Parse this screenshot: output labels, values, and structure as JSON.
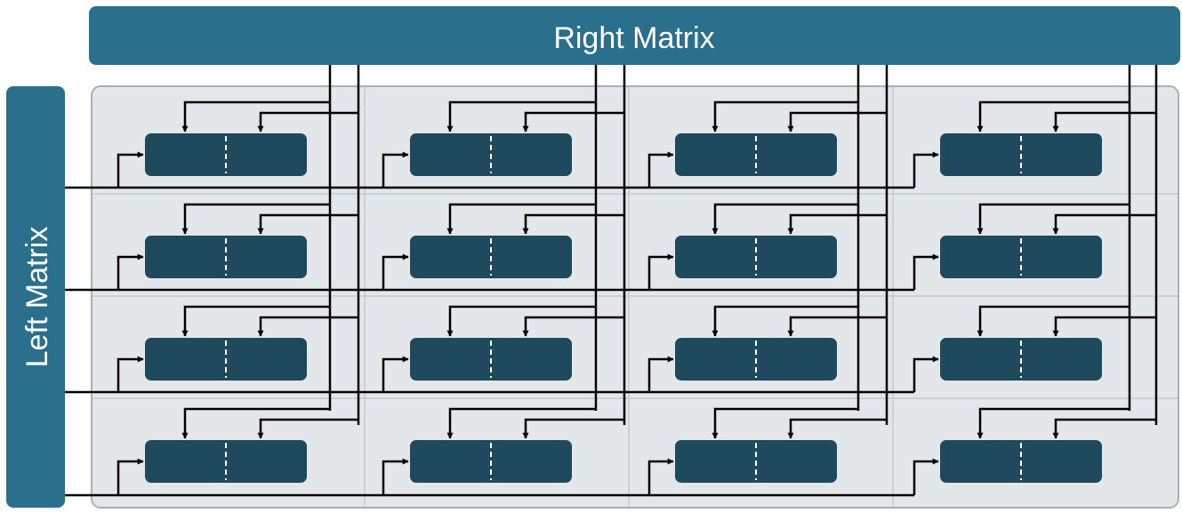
{
  "right_matrix": {
    "label": "Right Matrix"
  },
  "left_matrix": {
    "label": "Left Matrix"
  },
  "grid": {
    "rows": 4,
    "cols": 4
  },
  "colors": {
    "bar": "#2a6f8c",
    "cell": "#1f4a5e",
    "panel_fill": "#e4e7ea",
    "panel_border": "#a8b2b6",
    "wire": "#000000",
    "divider": "#ffffff"
  }
}
